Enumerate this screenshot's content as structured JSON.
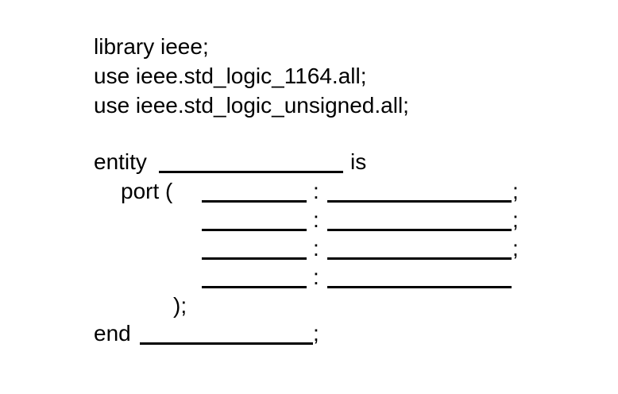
{
  "header": {
    "line1": "library ieee;",
    "line2": "use ieee.std_logic_1164.all;",
    "line3": "use ieee.std_logic_unsigned.all;"
  },
  "entity": {
    "keyword": "entity",
    "is_keyword": "is"
  },
  "port": {
    "open": "port (",
    "separator": ":",
    "terminator": ";",
    "close": ");"
  },
  "end": {
    "keyword": "end",
    "terminator": ";"
  }
}
